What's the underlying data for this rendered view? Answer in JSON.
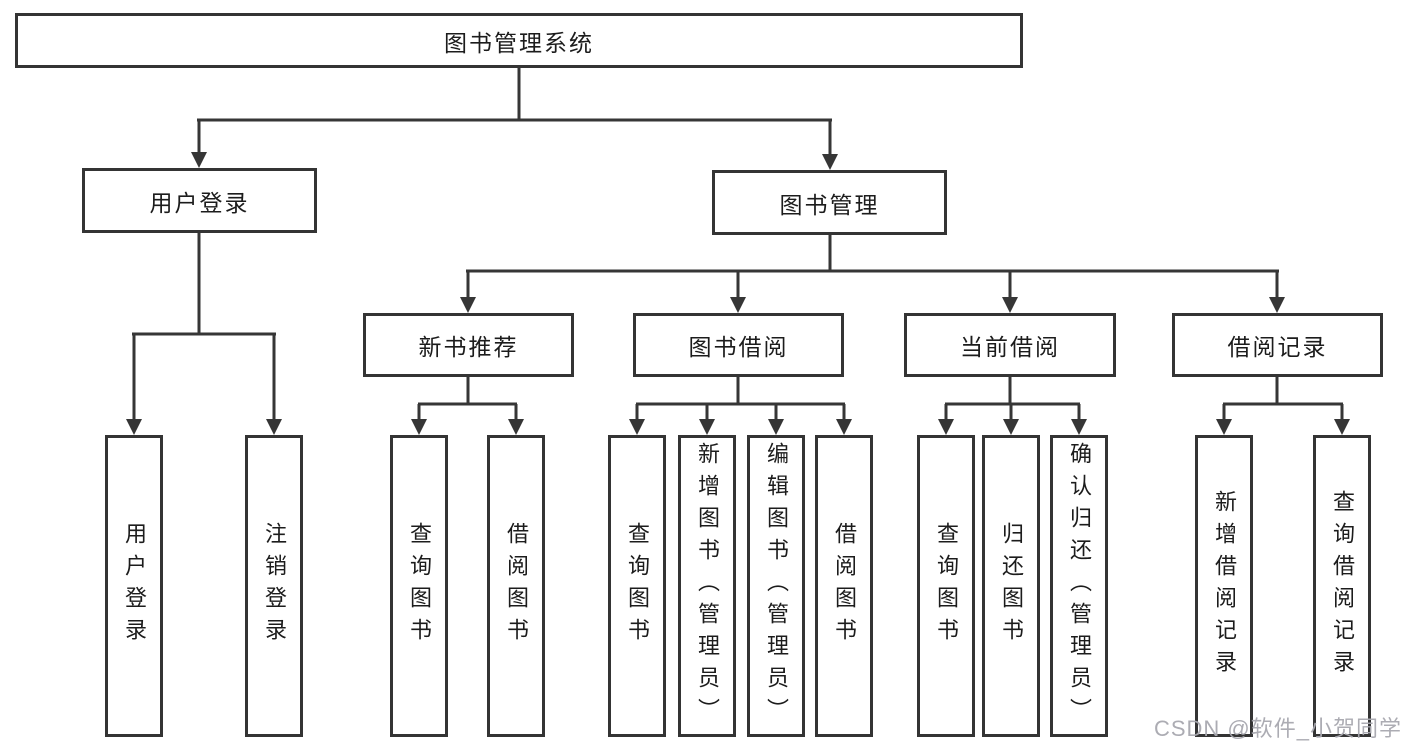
{
  "diagram": {
    "root": {
      "label": "图书管理系统"
    },
    "branches": [
      {
        "label": "用户登录",
        "children": [
          {
            "label": "用户登录"
          },
          {
            "label": "注销登录"
          }
        ]
      },
      {
        "label": "图书管理",
        "sections": [
          {
            "label": "新书推荐",
            "children": [
              {
                "label": "查询图书"
              },
              {
                "label": "借阅图书"
              }
            ]
          },
          {
            "label": "图书借阅",
            "children": [
              {
                "label": "查询图书"
              },
              {
                "label": "新增图书（管理员）"
              },
              {
                "label": "编辑图书（管理员）"
              },
              {
                "label": "借阅图书"
              }
            ]
          },
          {
            "label": "当前借阅",
            "children": [
              {
                "label": "查询图书"
              },
              {
                "label": "归还图书"
              },
              {
                "label": "确认归还（管理员）"
              }
            ]
          },
          {
            "label": "借阅记录",
            "children": [
              {
                "label": "新增借阅记录"
              },
              {
                "label": "查询借阅记录"
              }
            ]
          }
        ]
      }
    ]
  },
  "watermark": "CSDN @软件_小贺同学",
  "colors": {
    "line": "#363636",
    "border": "#343434",
    "text": "#1c1c1c",
    "watermark": "#a8a8af"
  }
}
